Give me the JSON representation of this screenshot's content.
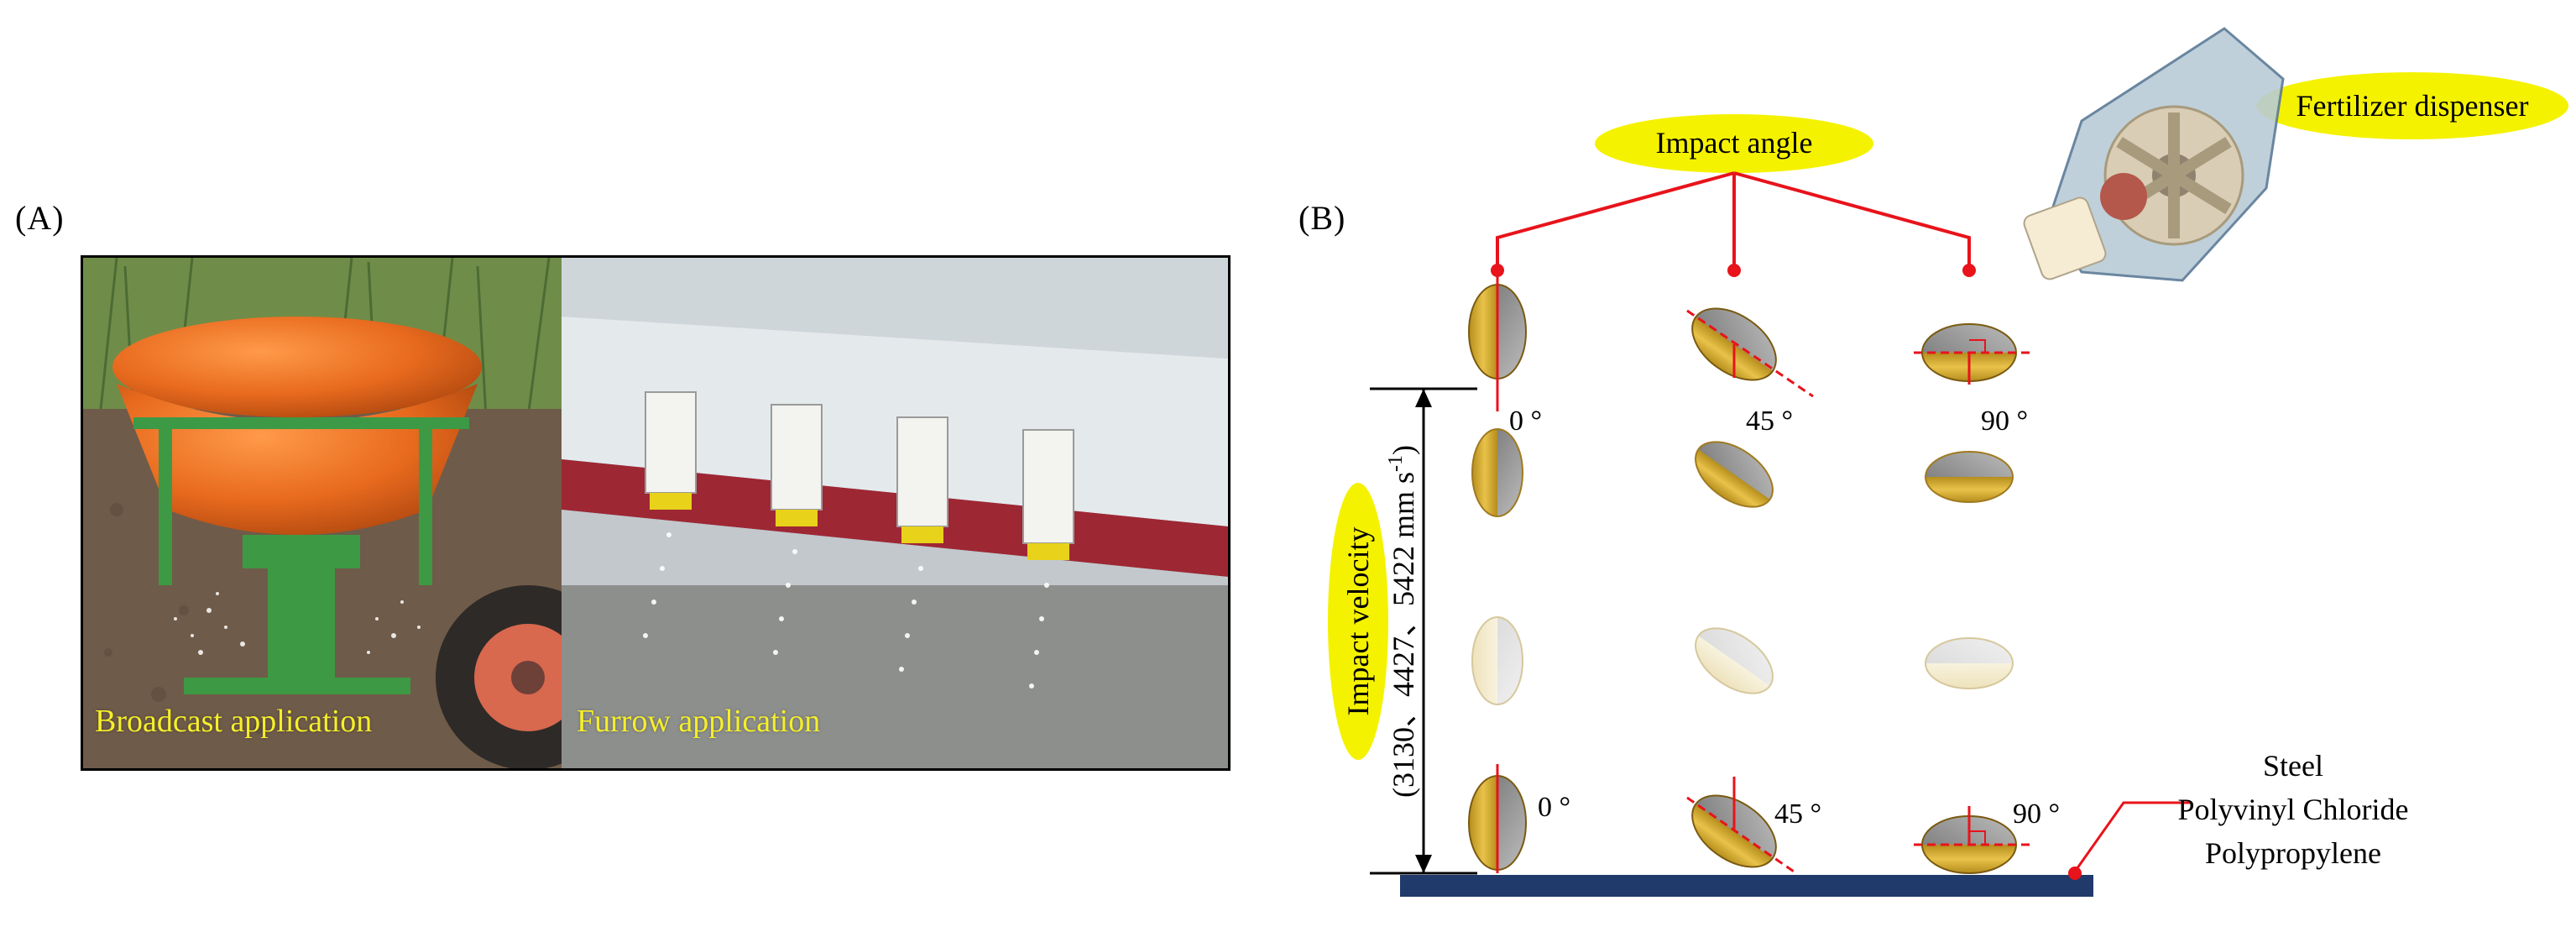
{
  "panel_a": {
    "label": "(A)",
    "photos": [
      {
        "caption": "Broadcast application"
      },
      {
        "caption": "Furrow application"
      }
    ]
  },
  "panel_b": {
    "label": "(B)",
    "impact_angle_label": "Impact angle",
    "dispenser_label": "Fertilizer dispenser",
    "impact_velocity_label": "Impact velocity",
    "impact_velocity_values": "(3130、4427、5422 mm s",
    "impact_velocity_exponent": "-1",
    "impact_velocity_close": ")",
    "angles_top": [
      "0 °",
      "45 °",
      "90 °"
    ],
    "angles_bottom": [
      "0 °",
      "45 °",
      "90 °"
    ],
    "materials": [
      "Steel",
      "Polyvinyl Chloride",
      "Polypropylene"
    ]
  },
  "colors": {
    "label_ellipse_fill": "#f5f200",
    "leader_line": "#e8131b",
    "plate": "#1f3a6b",
    "particle_gold": "#c9a227",
    "particle_grey": "#8d8c8c",
    "caption_yellow": "#f5ef2a"
  }
}
